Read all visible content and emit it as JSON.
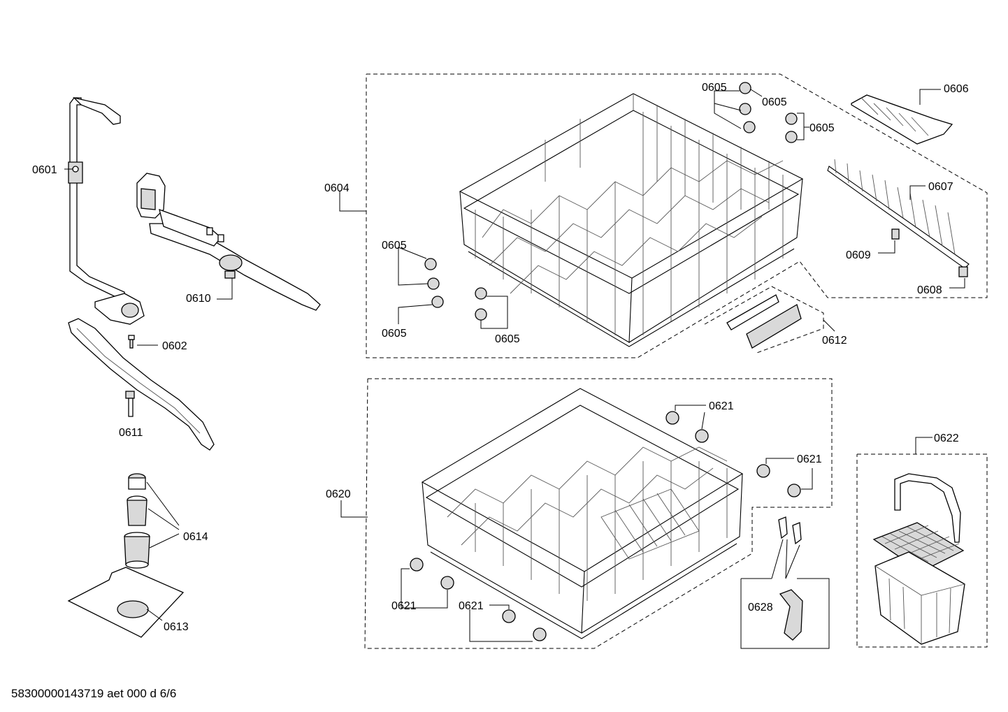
{
  "labels": {
    "p0601": "0601",
    "p0602": "0602",
    "p0604": "0604",
    "p0605a": "0605",
    "p0605b": "0605",
    "p0605c": "0605",
    "p0605d": "0605",
    "p0605e": "0605",
    "p0605f": "0605",
    "p0606": "0606",
    "p0607": "0607",
    "p0608": "0608",
    "p0609": "0609",
    "p0610": "0610",
    "p0611": "0611",
    "p0612": "0612",
    "p0613": "0613",
    "p0614": "0614",
    "p0620": "0620",
    "p0621a": "0621",
    "p0621b": "0621",
    "p0621c": "0621",
    "p0621d": "0621",
    "p0622": "0622",
    "p0628": "0628"
  },
  "footer": {
    "doc_id": "58300000143719 aet 000 d 6/6"
  }
}
